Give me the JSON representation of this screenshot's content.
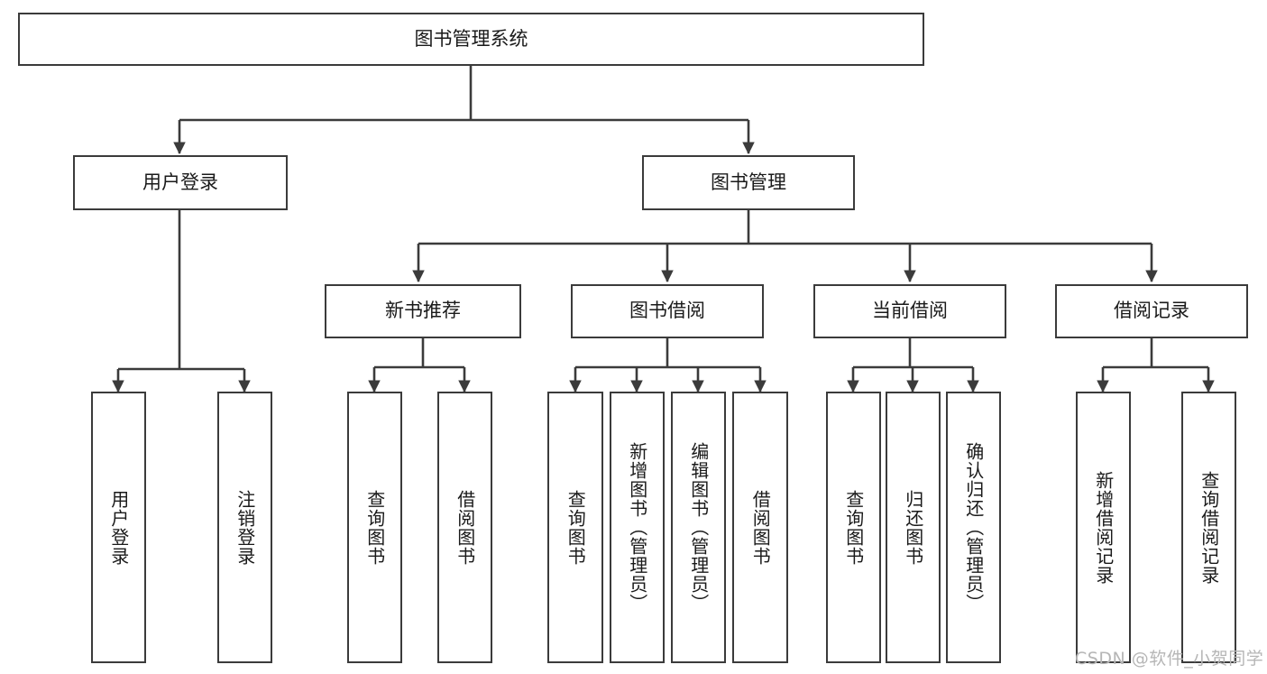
{
  "diagram": {
    "title": "图书管理系统",
    "type": "tree-hierarchy-chart",
    "watermark": "CSDN @软件_小贺同学",
    "colors": {
      "stroke": "#3b3b3b",
      "fill": "#ffffff",
      "text": "#1a1a1a",
      "watermark": "#b6b6b6"
    },
    "nodes": {
      "root": {
        "label": "图书管理系统"
      },
      "level1": [
        {
          "id": "user-login",
          "label": "用户登录"
        },
        {
          "id": "book-manage",
          "label": "图书管理"
        }
      ],
      "level2": [
        {
          "id": "new-book-rec",
          "label": "新书推荐"
        },
        {
          "id": "book-borrow",
          "label": "图书借阅"
        },
        {
          "id": "current-borrow",
          "label": "当前借阅"
        },
        {
          "id": "borrow-record",
          "label": "借阅记录"
        }
      ],
      "leaves": {
        "user_login": [
          {
            "id": "leaf-user-login",
            "label": "用户登录"
          },
          {
            "id": "leaf-logout",
            "label": "注销登录"
          }
        ],
        "new_book_rec": [
          {
            "id": "leaf-query-book-1",
            "label": "查询图书"
          },
          {
            "id": "leaf-borrow-book-1",
            "label": "借阅图书"
          }
        ],
        "book_borrow": [
          {
            "id": "leaf-query-book-2",
            "label": "查询图书"
          },
          {
            "id": "leaf-add-book",
            "label": "新增图书（管理员）"
          },
          {
            "id": "leaf-edit-book",
            "label": "编辑图书（管理员）"
          },
          {
            "id": "leaf-borrow-book-2",
            "label": "借阅图书"
          }
        ],
        "current_borrow": [
          {
            "id": "leaf-query-book-3",
            "label": "查询图书"
          },
          {
            "id": "leaf-return-book",
            "label": "归还图书"
          },
          {
            "id": "leaf-confirm-return",
            "label": "确认归还（管理员）"
          }
        ],
        "borrow_record": [
          {
            "id": "leaf-add-record",
            "label": "新增借阅记录"
          },
          {
            "id": "leaf-query-record",
            "label": "查询借阅记录"
          }
        ]
      }
    }
  }
}
